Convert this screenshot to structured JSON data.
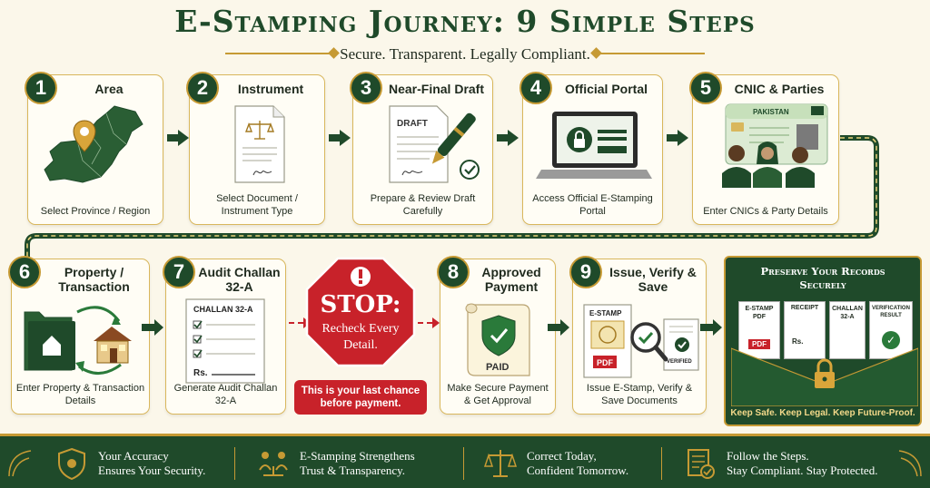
{
  "header": {
    "title": "E-Stamping Journey: 9 Simple Steps",
    "subtitle": "Secure. Transparent. Legally Compliant."
  },
  "steps": [
    {
      "num": "1",
      "title": "Area",
      "desc": "Select Province / Region"
    },
    {
      "num": "2",
      "title": "Instrument",
      "desc": "Select Document / Instrument Type"
    },
    {
      "num": "3",
      "title": "Near-Final Draft",
      "desc": "Prepare & Review Draft Carefully",
      "doc_label": "DRAFT"
    },
    {
      "num": "4",
      "title": "Official Portal",
      "desc": "Access Official E-Stamping Portal"
    },
    {
      "num": "5",
      "title": "CNIC & Parties",
      "desc": "Enter CNICs & Party Details",
      "card_label": "PAKISTAN"
    },
    {
      "num": "6",
      "title": "Property / Transaction",
      "desc": "Enter Property & Transaction Details"
    },
    {
      "num": "7",
      "title": "Audit Challan 32-A",
      "desc": "Generate Audit Challan 32-A",
      "doc_label": "CHALLAN 32-A",
      "rs_label": "Rs."
    },
    {
      "num": "8",
      "title": "Approved Payment",
      "desc": "Make Secure Payment & Get Approval",
      "doc_label": "PAID"
    },
    {
      "num": "9",
      "title": "Issue, Verify & Save",
      "desc": "Issue E-Stamp, Verify & Save Documents",
      "doc_label": "E-STAMP",
      "pdf_label": "PDF",
      "verified_label": "VERIFIED"
    }
  ],
  "stop": {
    "word": "STOP:",
    "line1": "Recheck Every",
    "line2": "Detail.",
    "warning": "This is your last chance before payment."
  },
  "preserve": {
    "title": "Preserve Your Records Securely",
    "docs": [
      {
        "label": "E-STAMP PDF",
        "badge": "PDF"
      },
      {
        "label": "RECEIPT",
        "badge": "Rs."
      },
      {
        "label": "CHALLAN 32-A",
        "badge": ""
      },
      {
        "label": "VERIFICATION RESULT",
        "badge": ""
      }
    ],
    "tagline": "Keep Safe. Keep Legal. Keep Future-Proof."
  },
  "footer": [
    {
      "line1": "Your Accuracy",
      "line2": "Ensures Your Security."
    },
    {
      "line1": "E-Stamping Strengthens",
      "line2": "Trust & Transparency."
    },
    {
      "line1": "Correct Today,",
      "line2": "Confident Tomorrow."
    },
    {
      "line1": "Follow the Steps.",
      "line2": "Stay Compliant. Stay Protected."
    }
  ],
  "colors": {
    "primary_green": "#1f4a2a",
    "gold": "#c69a34",
    "stop_red": "#c8222a",
    "background": "#fbf7ea"
  }
}
